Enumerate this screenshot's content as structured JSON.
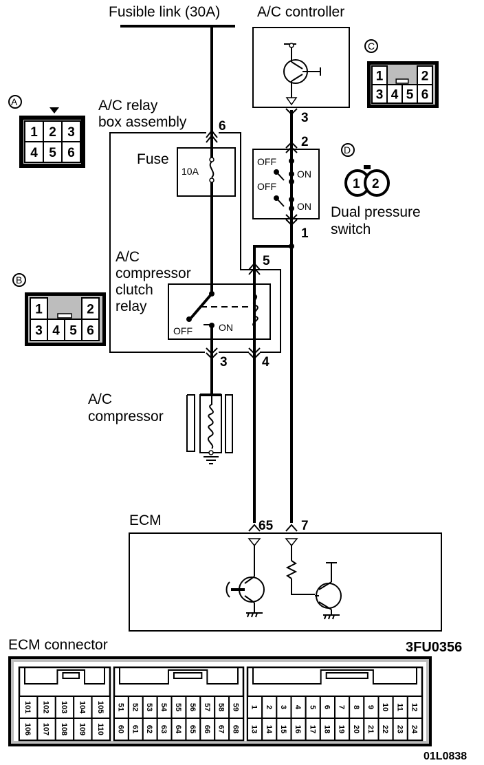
{
  "diagram": {
    "code": "3FU0356",
    "figure_id": "01L0838",
    "power_source": "Fusible link (30A)",
    "components": {
      "ac_controller": {
        "label": "A/C controller",
        "pin_out": "3"
      },
      "relay_box": {
        "label_line1": "A/C relay",
        "label_line2": "box assembly",
        "pin_in": "6"
      },
      "fuse": {
        "label": "Fuse",
        "rating": "10A"
      },
      "dual_pressure_switch": {
        "label_line1": "Dual pressure",
        "label_line2": "switch",
        "pin_top": "2",
        "pin_bottom": "1",
        "states": [
          "OFF",
          "ON",
          "OFF",
          "ON"
        ]
      },
      "clutch_relay": {
        "label_line1": "A/C",
        "label_line2": "compressor",
        "label_line3": "clutch",
        "label_line4": "relay",
        "off_label": "OFF",
        "on_label": "ON",
        "pin_coil_in": "5",
        "pin_switch_out": "3",
        "pin_coil_out": "4"
      },
      "compressor": {
        "label_line1": "A/C",
        "label_line2": "compressor"
      },
      "ecm": {
        "label": "ECM",
        "pin_a": "65",
        "pin_b": "7"
      }
    },
    "connectors": {
      "A": {
        "letter": "A",
        "rows": [
          [
            "1",
            "2",
            "3"
          ],
          [
            "4",
            "5",
            "6"
          ]
        ]
      },
      "B": {
        "letter": "B",
        "rows": [
          [
            "1",
            "",
            "2"
          ],
          [
            "3",
            "4",
            "5",
            "6"
          ]
        ]
      },
      "C": {
        "letter": "C",
        "rows": [
          [
            "1",
            "",
            "2"
          ],
          [
            "3",
            "4",
            "5",
            "6"
          ]
        ]
      },
      "D": {
        "letter": "D",
        "pins": [
          "1",
          "2"
        ]
      }
    },
    "ecm_connector": {
      "label": "ECM connector",
      "blocks": [
        {
          "top": [
            "101",
            "102",
            "103",
            "104",
            "105"
          ],
          "bottom": [
            "106",
            "107",
            "108",
            "109",
            "110"
          ]
        },
        {
          "top": [
            "51",
            "52",
            "53",
            "54",
            "55",
            "56",
            "57",
            "58",
            "59"
          ],
          "bottom": [
            "60",
            "61",
            "62",
            "63",
            "64",
            "65",
            "66",
            "67",
            "68"
          ]
        },
        {
          "top": [
            "1",
            "2",
            "3",
            "4",
            "5",
            "6",
            "7",
            "8",
            "9",
            "10",
            "11",
            "12"
          ],
          "bottom": [
            "13",
            "14",
            "15",
            "16",
            "17",
            "18",
            "19",
            "20",
            "21",
            "22",
            "23",
            "24"
          ]
        }
      ]
    }
  }
}
